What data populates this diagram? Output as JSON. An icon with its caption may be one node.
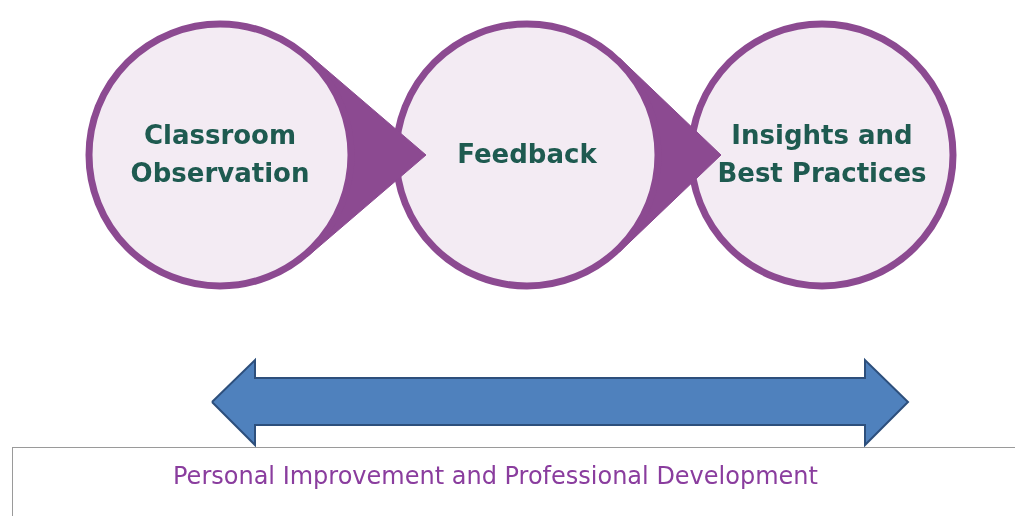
{
  "diagram": {
    "nodes": [
      {
        "text": [
          "Classroom Observation"
        ]
      },
      {
        "text": [
          "Feedback"
        ]
      },
      {
        "text": [
          "Insights and Best Practices"
        ]
      },
      {
        "text": [
          "Personal Improvement and Professional Development"
        ]
      }
    ],
    "edges": [
      {
        "from": 0,
        "to": 1,
        "arrow": "to"
      },
      {
        "from": 1,
        "to": 2,
        "arrow": "to"
      }
    ]
  }
}
